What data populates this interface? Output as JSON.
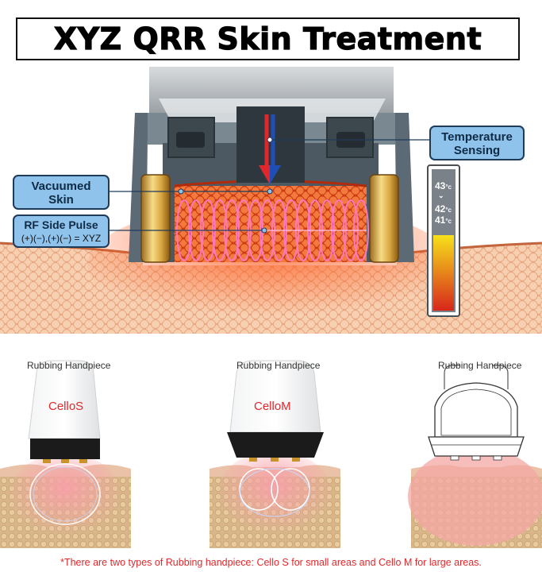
{
  "title": "XYZ QRR Skin Treatment",
  "labels": {
    "temperature_line1": "Temperature",
    "temperature_line2": "Sensing",
    "vacuumed_line1": "Vacuumed",
    "vacuumed_line2": "Skin",
    "rf_title": "RF Side Pulse",
    "rf_formula": "(+)(−),(+)(−) = XYZ"
  },
  "thermometer": {
    "reading_top": "43",
    "reading_mid": "42",
    "reading_low": "41",
    "unit": "°c",
    "fill_fraction": 0.45,
    "colors": {
      "hot": "#d7261b",
      "warm": "#f6e21a"
    }
  },
  "handpieces": [
    {
      "caption": "Rubbing Handpiece",
      "brand": "CelloS"
    },
    {
      "caption": "Rubbing Handpiece",
      "brand": "CelloM"
    },
    {
      "caption": "Rubbing Handpiece",
      "brand": ""
    }
  ],
  "footnote": "*There are two types of Rubbing handpiece: Cello S for small areas and Cello M for large areas.",
  "colors": {
    "accent_red": "#e0282c",
    "label_blue": "#8fc3ec",
    "label_border": "#1f3b5a",
    "skin": "#f2b48a"
  }
}
